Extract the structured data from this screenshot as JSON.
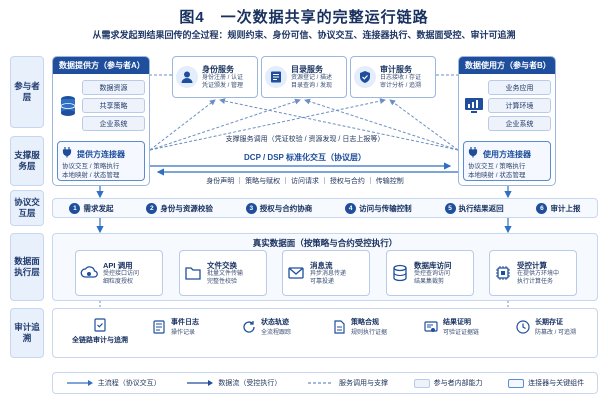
{
  "title": "图4　一次数据共享的完整运行链路",
  "subtitle": "从需求发起到结果回传的全过程：规则约束、身份可信、协议交互、连接器执行、数据面受控、审计可追溯",
  "layers": {
    "participants": "参与者层",
    "support": "支撑服务层",
    "protocol": "协议交互层",
    "data_plane": "数据面执行层",
    "audit": "审计追溯"
  },
  "provider": {
    "title": "数据提供方（参与者A）",
    "items": [
      "数据资源",
      "共享策略",
      "企业系统"
    ],
    "connector_title": "提供方连接器",
    "connector_desc": [
      "协议交互 / 策略执行",
      "本地映射 / 状态管理"
    ]
  },
  "consumer": {
    "title": "数据使用方（参与者B）",
    "items": [
      "业务应用",
      "计算环境",
      "企业系统"
    ],
    "connector_title": "使用方连接器",
    "connector_desc": [
      "协议交互 / 策略执行",
      "本地映射 / 状态管理"
    ]
  },
  "services": [
    {
      "title": "身份服务",
      "desc": [
        "身份注册 / 认证",
        "凭证颁发 / 管理"
      ]
    },
    {
      "title": "目录服务",
      "desc": [
        "资源登记 / 描述",
        "目录查询 / 发现"
      ]
    },
    {
      "title": "审计服务",
      "desc": [
        "日志接收 / 存证",
        "审计分析 / 追溯"
      ]
    }
  ],
  "service_call_text": "支撑服务调用（凭证校验 / 资源发现 / 日志上报等）",
  "protocol_title": "DCP / DSP 标准化交互（协议层）",
  "protocol_items": "身份声明 ｜ 策略与赋权 ｜ 访问请求 ｜ 授权与合约 ｜ 传输控制",
  "steps": [
    {
      "num": "1",
      "label": "需求发起"
    },
    {
      "num": "2",
      "label": "身份与资源校验"
    },
    {
      "num": "3",
      "label": "授权与合约协商"
    },
    {
      "num": "4",
      "label": "访问与传输控制"
    },
    {
      "num": "5",
      "label": "执行结果返回"
    },
    {
      "num": "6",
      "label": "审计上报"
    }
  ],
  "data_plane": {
    "title": "真实数据面（按策略与合约受控执行）",
    "cards": [
      {
        "name": "API 调用",
        "desc": [
          "受控接口访问",
          "细粒度授权"
        ]
      },
      {
        "name": "文件交换",
        "desc": [
          "批量文件传输",
          "完整性校验"
        ]
      },
      {
        "name": "消息流",
        "desc": [
          "异步消息传递",
          "可靠投递"
        ]
      },
      {
        "name": "数据库访问",
        "desc": [
          "受控查询访问",
          "结果集裁剪"
        ]
      },
      {
        "name": "受控计算",
        "desc": [
          "在提供方环境中",
          "执行计算任务"
        ]
      }
    ]
  },
  "audit": {
    "items": [
      {
        "name": "全链路审计与追溯",
        "desc": ""
      },
      {
        "name": "事件日志",
        "desc": "操作记录"
      },
      {
        "name": "状态轨迹",
        "desc": "全流程跟踪"
      },
      {
        "name": "策略合规",
        "desc": "规则执行证据"
      },
      {
        "name": "结果证明",
        "desc": "可验证证据链"
      },
      {
        "name": "长期存证",
        "desc": "防篡改 / 可追溯"
      }
    ]
  },
  "legend": {
    "main_flow": "主流程（协议交互）",
    "data_flow": "数据流（受控执行）",
    "service_flow": "服务调用与支撑",
    "internal": "参与者内部能力",
    "connector": "连接器与关键组件"
  },
  "colors": {
    "primary": "#1f4f9c",
    "accent": "#2f7fd6",
    "line": "#5b8bd1"
  }
}
